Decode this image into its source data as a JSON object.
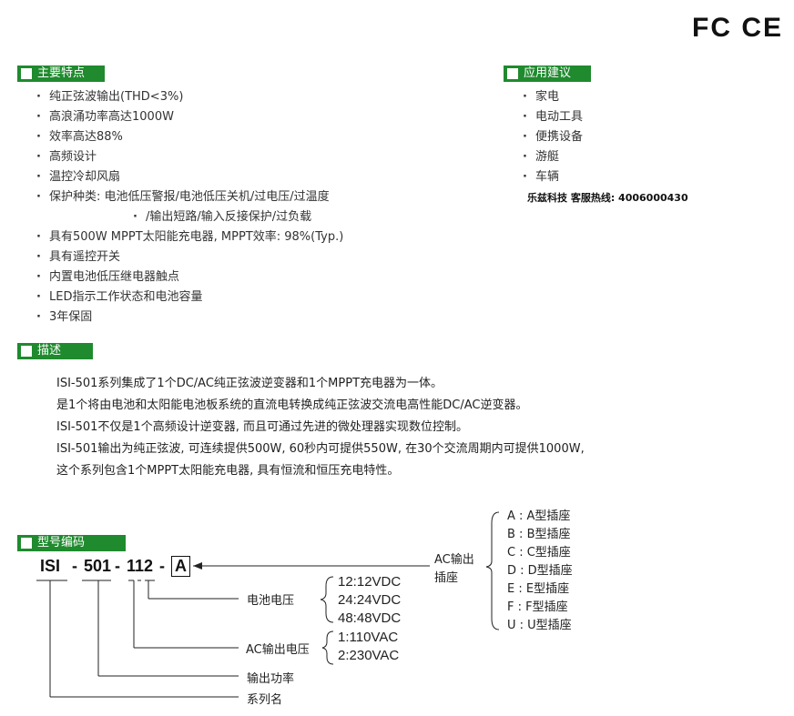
{
  "cert": {
    "marks": "FC CE"
  },
  "features": {
    "title": "主要特点",
    "items": [
      "纯正弦波输出(THD<3%)",
      "高浪涌功率高达1000W",
      "效率高达88%",
      "高频设计",
      "温控冷却风扇",
      "保护种类: 电池低压警报/电池低压关机/过电压/过温度",
      "/输出短路/输入反接保护/过负载",
      "具有500W MPPT太阳能充电器, MPPT效率: 98%(Typ.)",
      "具有遥控开关",
      "内置电池低压继电器触点",
      "LED指示工作状态和电池容量",
      "3年保固"
    ]
  },
  "applications": {
    "title": "应用建议",
    "items": [
      "家电",
      "电动工具",
      "便携设备",
      "游艇",
      "车辆"
    ],
    "hotline": "乐兹科技 客服热线: 4006000430"
  },
  "description": {
    "title": "描述",
    "lines": [
      "ISI-501系列集成了1个DC/AC纯正弦波逆变器和1个MPPT充电器为一体。",
      "是1个将由电池和太阳能电池板系统的直流电转换成纯正弦波交流电高性能DC/AC逆变器。",
      "ISI-501不仅是1个高频设计逆变器, 而且可通过先进的微处理器实现数位控制。",
      "ISI-501输出为纯正弦波, 可连续提供500W, 60秒内可提供550W, 在30个交流周期内可提供1000W,",
      "这个系列包含1个MPPT太阳能充电器, 具有恒流和恒压充电特性。"
    ]
  },
  "model": {
    "title": "型号编码",
    "code": {
      "p1": "ISI",
      "sep": "-",
      "p2": "501",
      "p3": "112",
      "p4": "A"
    },
    "battery_label": "电池电压",
    "battery_options": [
      "12:12VDC",
      "24:24VDC",
      "48:48VDC"
    ],
    "ac_label": "AC输出电压",
    "ac_options": [
      "1:110VAC",
      "2:230VAC"
    ],
    "power_label": "输出功率",
    "series_label": "系列名",
    "socket_label_1": "AC输出",
    "socket_label_2": "插座",
    "socket_options": [
      "A : A型插座",
      "B : B型插座",
      "C : C型插座",
      "D : D型插座",
      "E : E型插座",
      "F : F型插座",
      "U : U型插座"
    ]
  }
}
